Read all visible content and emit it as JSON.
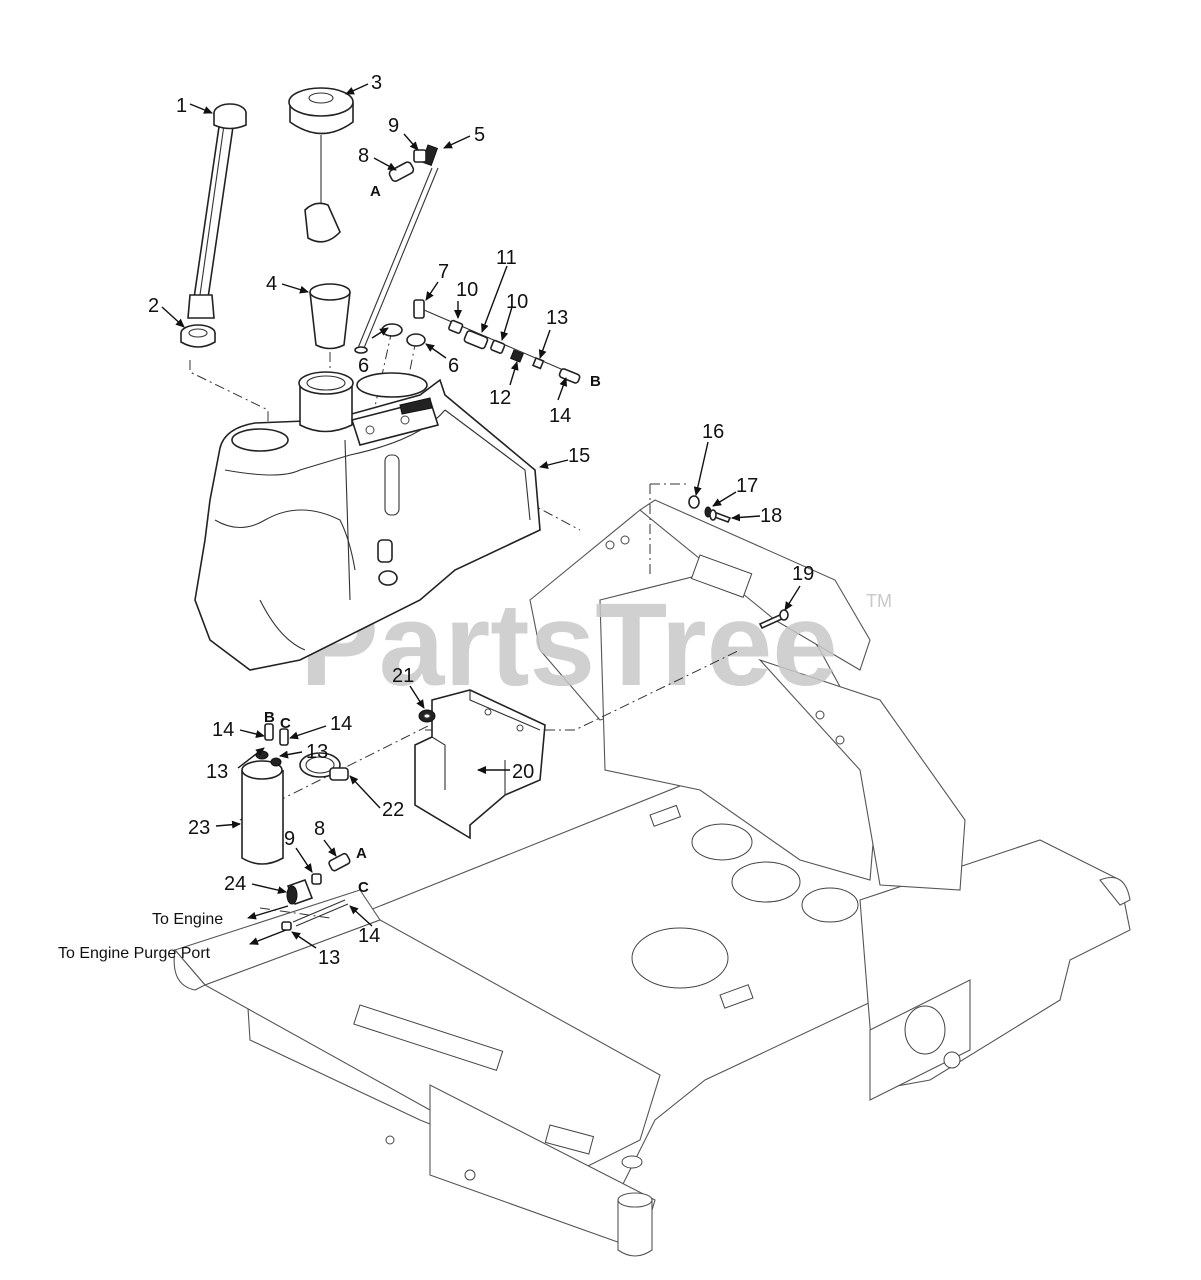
{
  "watermark": {
    "text": "PartsTree",
    "trademark": "TM"
  },
  "callouts": {
    "c1": "1",
    "c2": "2",
    "c3": "3",
    "c4": "4",
    "c5": "5",
    "c6a": "6",
    "c6b": "6",
    "c7": "7",
    "c8a": "8",
    "c8b": "8",
    "c9a": "9",
    "c9b": "9",
    "c10a": "10",
    "c10b": "10",
    "c11": "11",
    "c12": "12",
    "c13a": "13",
    "c13b": "13",
    "c13c": "13",
    "c13d": "13",
    "c14a": "14",
    "c14b": "14",
    "c14c": "14",
    "c14d": "14",
    "c15": "15",
    "c16": "16",
    "c17": "17",
    "c18": "18",
    "c19": "19",
    "c20": "20",
    "c21": "21",
    "c22": "22",
    "c23": "23",
    "c24": "24"
  },
  "letters": {
    "a_top": "A",
    "b_top": "B",
    "b_filter": "B",
    "c_filter": "C",
    "a_bottom": "A",
    "c_bottom": "C"
  },
  "notes": {
    "to_engine": "To Engine",
    "to_engine_purge": "To Engine Purge Port"
  }
}
